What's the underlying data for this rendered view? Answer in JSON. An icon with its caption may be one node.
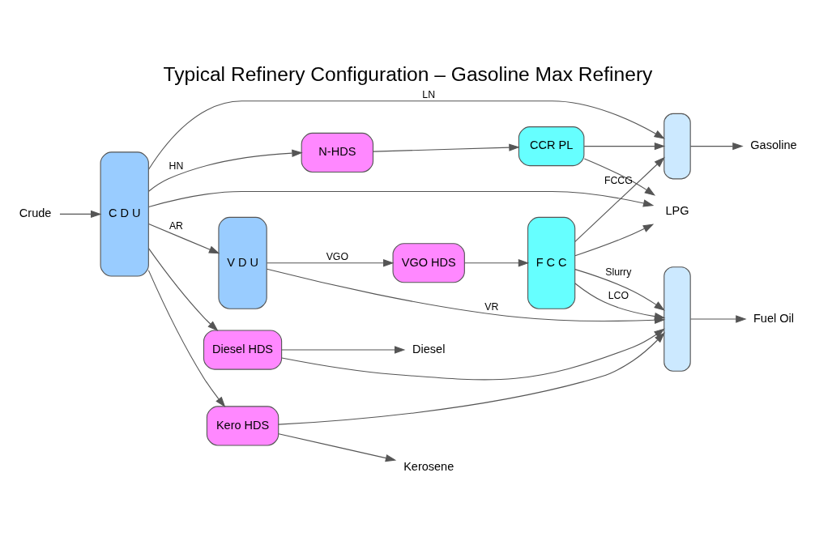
{
  "diagram": {
    "title": "Typical Refinery Configuration – Gasoline Max Refinery",
    "nodes": [
      {
        "text": [
          "C D U"
        ]
      },
      {
        "text": [
          "N-HDS"
        ]
      },
      {
        "text": [
          "CCR PL"
        ]
      },
      {
        "text": [
          "Kero HDS"
        ]
      },
      {
        "text": [
          "Diesel HDS"
        ]
      },
      {
        "text": [
          "V D U"
        ]
      },
      {
        "text": [
          "VGO HDS"
        ]
      },
      {
        "text": [
          "F C C"
        ]
      },
      {
        "text": [],
        "shape": "box"
      },
      {
        "text": [],
        "shape": "box"
      },
      {
        "text": [
          "Crude"
        ]
      },
      {
        "text": [
          "LPG"
        ]
      },
      {
        "text": [
          "Gasoline"
        ]
      },
      {
        "text": [
          "Kerosene"
        ]
      },
      {
        "text": [
          "Diesel"
        ]
      },
      {
        "text": [
          "Fuel Oil"
        ]
      }
    ],
    "edges": [
      {
        "from": 10,
        "to": 0,
        "arrow": "to"
      },
      {
        "from": 0,
        "to": 11,
        "arrow": "to"
      },
      {
        "from": 0,
        "to": 8,
        "arrow": "to",
        "label": "LN"
      },
      {
        "from": 0,
        "to": 1,
        "arrow": "to",
        "label": "HN"
      },
      {
        "from": 1,
        "to": 2,
        "arrow": "to"
      },
      {
        "from": 2,
        "to": 11,
        "arrow": "to"
      },
      {
        "from": 2,
        "to": 8,
        "arrow": "to"
      },
      {
        "from": 0,
        "to": 3,
        "arrow": "to"
      },
      {
        "from": 3,
        "to": 13,
        "arrow": "to"
      },
      {
        "from": 3,
        "to": 9,
        "arrow": "to"
      },
      {
        "from": 0,
        "to": 4,
        "arrow": "to"
      },
      {
        "from": 4,
        "to": 14,
        "arrow": "to"
      },
      {
        "from": 4,
        "to": 9,
        "arrow": "to"
      },
      {
        "from": 0,
        "to": 5,
        "arrow": "to",
        "label": "AR"
      },
      {
        "from": 5,
        "to": 6,
        "arrow": "to",
        "label": "VGO"
      },
      {
        "from": 6,
        "to": 7,
        "arrow": "to"
      },
      {
        "from": 7,
        "to": 11,
        "arrow": "to"
      },
      {
        "from": 7,
        "to": 8,
        "arrow": "to",
        "label": "FCCG"
      },
      {
        "from": 7,
        "to": 9,
        "arrow": "to",
        "label": "LCO"
      },
      {
        "from": 7,
        "to": 9,
        "arrow": "to",
        "label": "Slurry"
      },
      {
        "from": 5,
        "to": 9,
        "arrow": "to",
        "label": "VR"
      },
      {
        "from": 8,
        "to": 12,
        "arrow": "to"
      },
      {
        "from": 9,
        "to": 15,
        "arrow": "to"
      }
    ]
  }
}
